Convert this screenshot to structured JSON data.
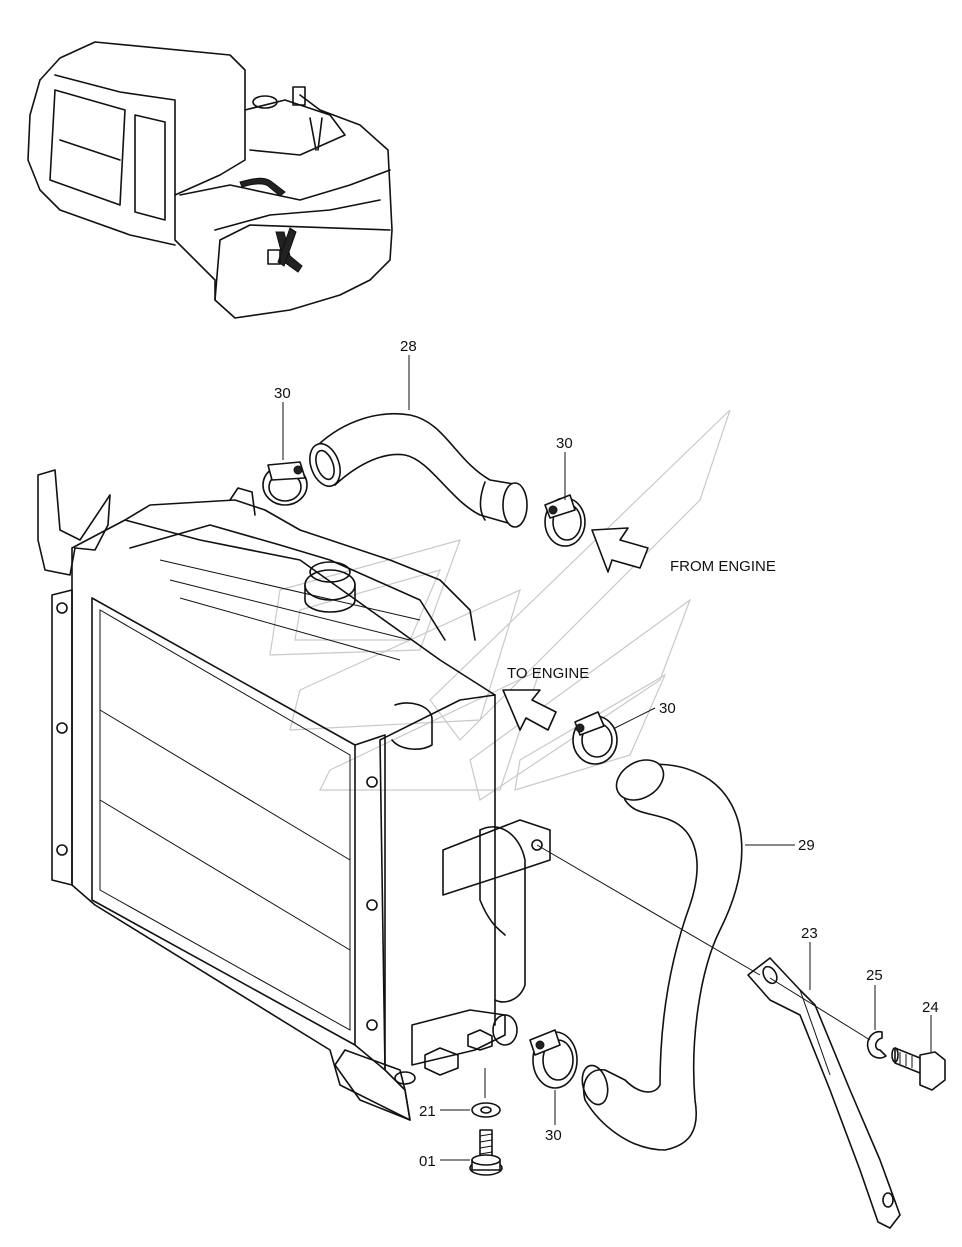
{
  "callouts": {
    "c01": "01",
    "c21": "21",
    "c23": "23",
    "c24": "24",
    "c25": "25",
    "c28": "28",
    "c29": "29",
    "c30_top_left": "30",
    "c30_top_right": "30",
    "c30_mid": "30",
    "c30_bottom": "30"
  },
  "flow_labels": {
    "from_engine": "FROM ENGINE",
    "to_engine": "TO ENGINE"
  }
}
